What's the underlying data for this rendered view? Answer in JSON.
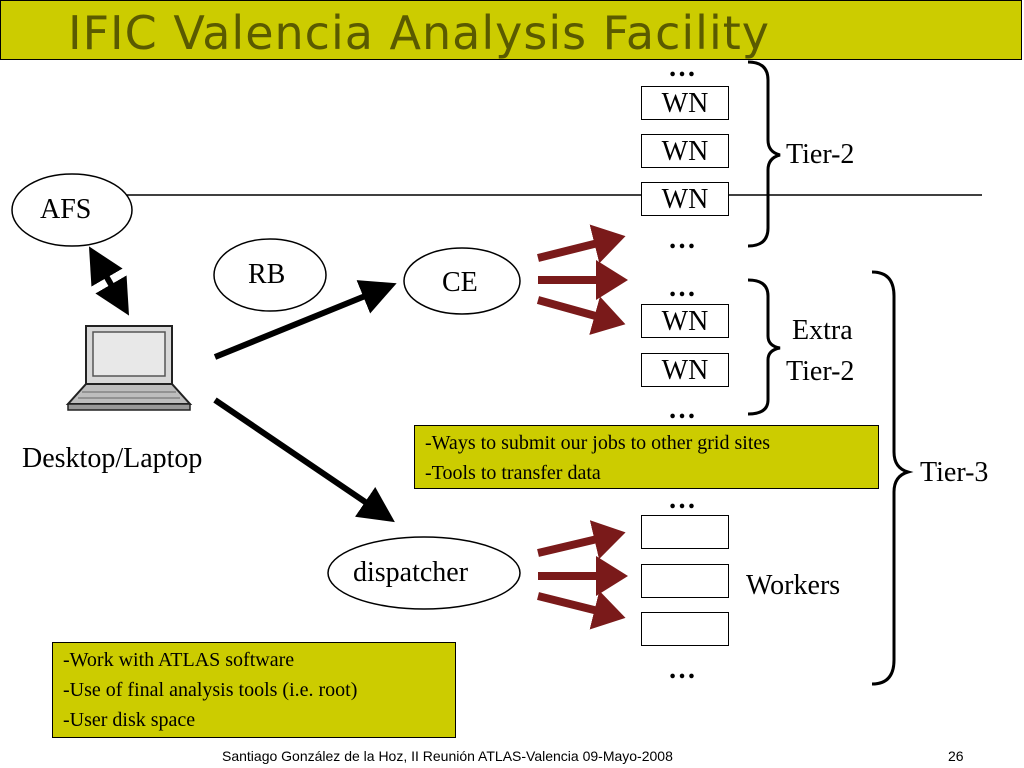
{
  "title": "IFIC Valencia Analysis Facility",
  "nodes": {
    "afs": "AFS",
    "rb": "RB",
    "ce": "CE",
    "dispatcher": "dispatcher",
    "desktop": "Desktop/Laptop"
  },
  "worker_node_label": "WN",
  "ellipsis": "…",
  "tiers": {
    "tier2": "Tier-2",
    "extra_tier2_line1": "Extra",
    "extra_tier2_line2": "Tier-2",
    "tier3": "Tier-3",
    "workers": "Workers"
  },
  "notes": {
    "grid": [
      "-Ways to submit our jobs to other grid sites",
      "-Tools to transfer data"
    ],
    "local": [
      "-Work with ATLAS software",
      "-Use of final analysis tools (i.e. root)",
      "-User disk space"
    ]
  },
  "footer": {
    "credit": "Santiago González de la Hoz, II Reunión  ATLAS-Valencia  09-Mayo-2008",
    "page_number": "26"
  },
  "colors": {
    "title_bar": "#cccc00",
    "note_box": "#cccc00",
    "dark_arrow": "#7a1a1a"
  }
}
